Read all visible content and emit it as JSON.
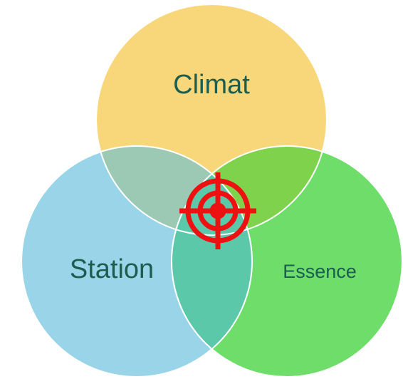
{
  "diagram": {
    "sets": [
      {
        "key": "climat",
        "label": "Climat",
        "color": "#f8d77a",
        "text_color": "#1b5e4f"
      },
      {
        "key": "station",
        "label": "Station",
        "color": "#99d4e8",
        "text_color": "#1b5e4f"
      },
      {
        "key": "essence",
        "label": "Essence",
        "color": "#6fdd6a",
        "text_color": "#1b5e4f"
      }
    ],
    "intersection_colors": {
      "climat_station": "#9cc9b4",
      "climat_essence": "#7fd24c",
      "station_essence": "#5bc8aa"
    },
    "center_marker": {
      "icon": "target-crosshair-icon",
      "color": "#ee1111"
    }
  }
}
